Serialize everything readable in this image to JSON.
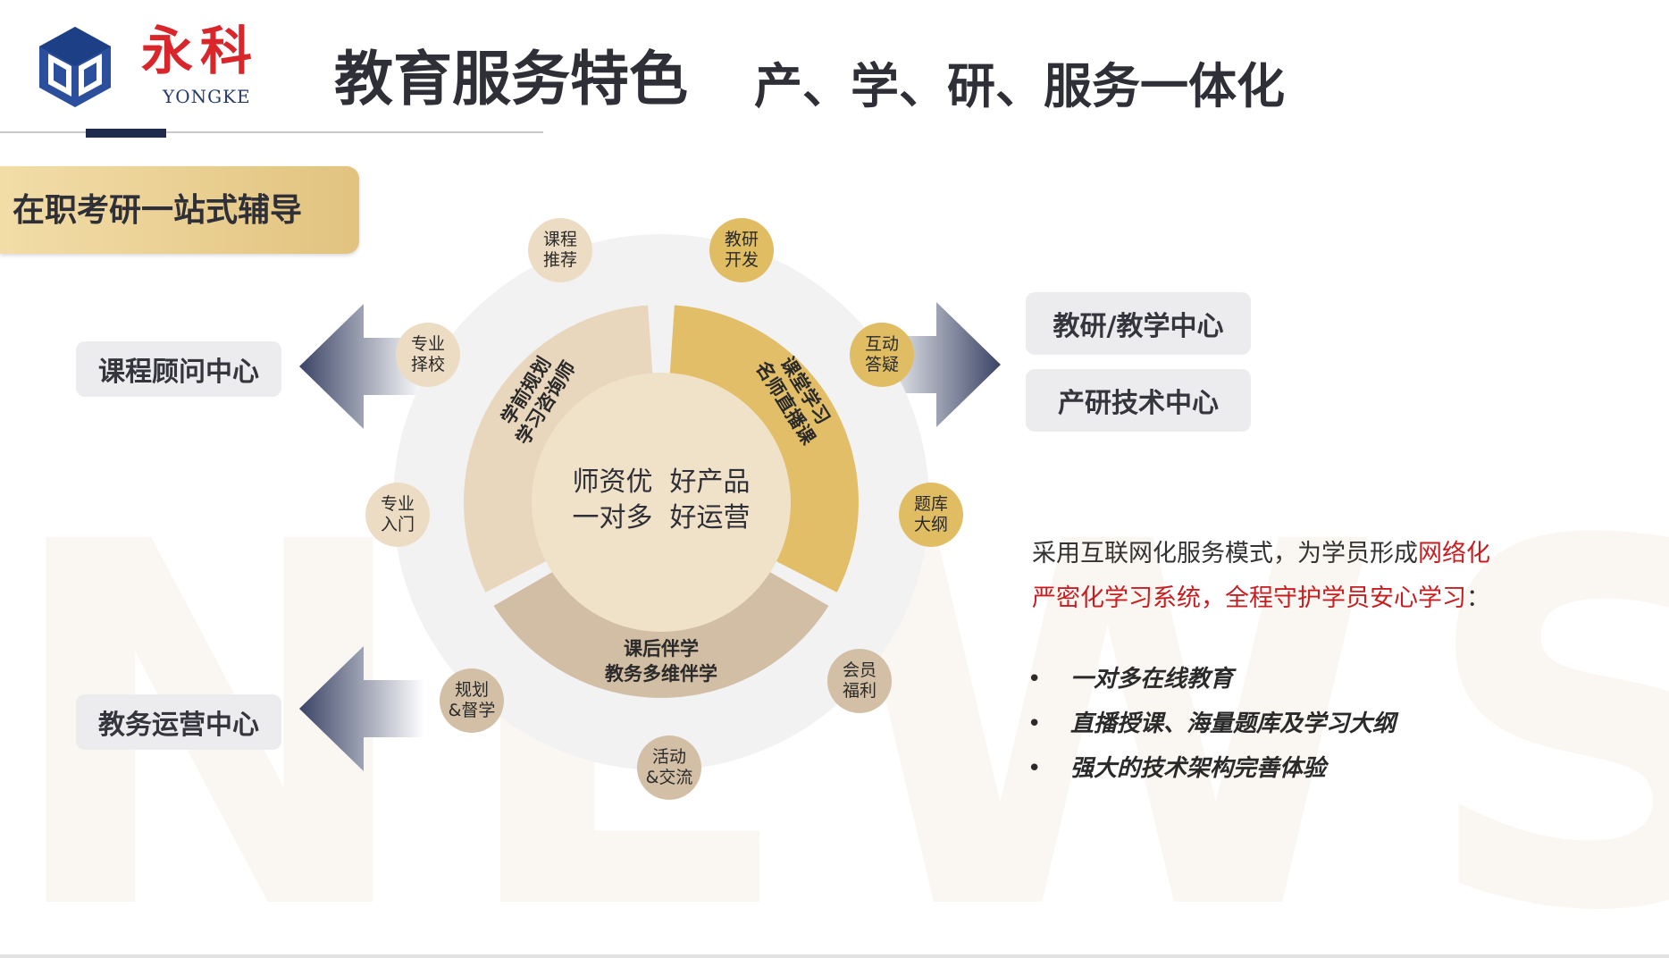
{
  "brand": {
    "name_cn": "永科",
    "name_en": "YONGKE",
    "watermark": "NEWSTAR"
  },
  "header": {
    "title": "教育服务特色",
    "subtitle": "产、学、研、服务一体化"
  },
  "tag": "在职考研一站式辅导",
  "diagram": {
    "center": {
      "line1": "师资优  好产品",
      "line2": "一对多  好运营"
    },
    "segments": [
      {
        "line1": "学前规划",
        "line2": "学习咨询师"
      },
      {
        "line1": "课堂学习",
        "line2": "名师直播课"
      },
      {
        "line1": "课后伴学",
        "line2": "教务多维伴学"
      }
    ],
    "nodes": [
      {
        "label": "课程\n推荐"
      },
      {
        "label": "教研\n开发"
      },
      {
        "label": "专业\n择校"
      },
      {
        "label": "互动\n答疑"
      },
      {
        "label": "专业\n入门"
      },
      {
        "label": "题库\n大纲"
      },
      {
        "label": "规划\n&督学"
      },
      {
        "label": "会员\n福利"
      },
      {
        "label": "活动\n&交流"
      }
    ]
  },
  "centers": {
    "left_top": "课程顾问中心",
    "left_bottom": "教务运营中心",
    "right_top": "教研/教学中心",
    "right_bottom": "产研技术中心"
  },
  "description": {
    "part1": "采用互联网化服务模式，为学员形成",
    "red1": "网络化",
    "red2": "严密化学习系统，全程守护学员安心学习",
    "part2": "："
  },
  "bullets": [
    "一对多在线教育",
    "直播授课、海量题库及学习大纲",
    "强大的技术架构完善体验"
  ],
  "colors": {
    "navy": "#1f2b4d",
    "gold": "#e0bd63",
    "red": "#c81e22"
  }
}
